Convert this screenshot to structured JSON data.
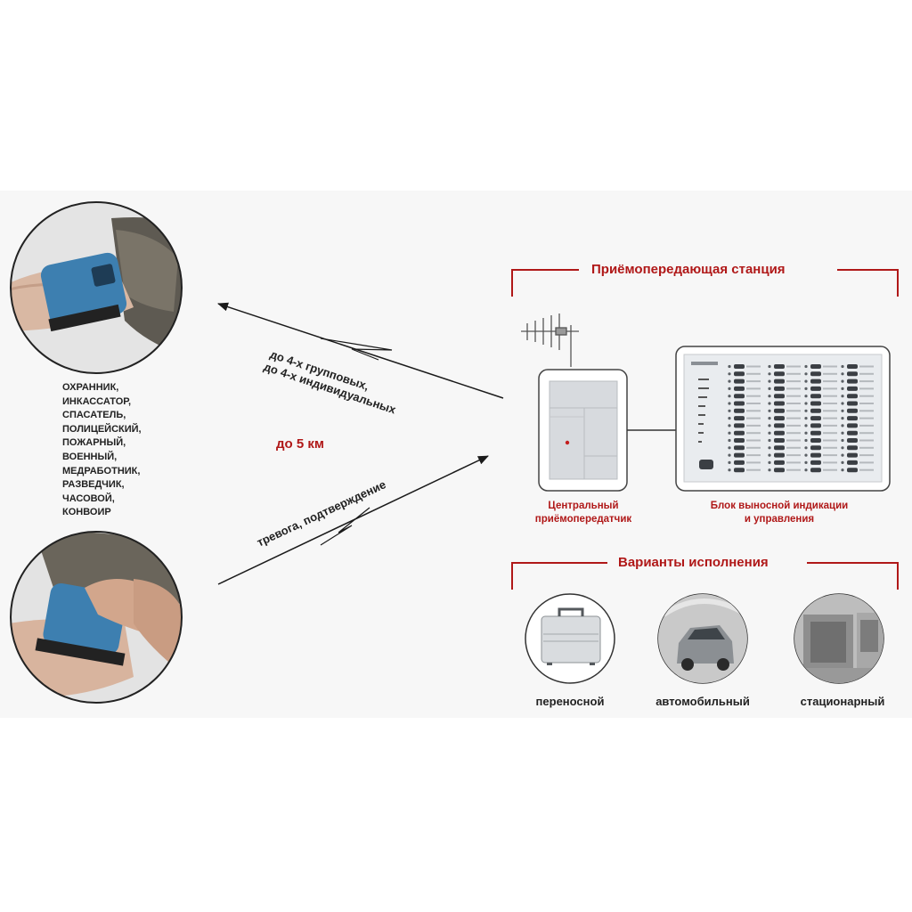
{
  "link_labels": {
    "downlink_line1": "до 4-х групповых,",
    "downlink_line2": "до 4-х индивидуальных",
    "distance": "до 5 км",
    "uplink": "тревога, подтверждение"
  },
  "roles": [
    "ОХРАННИК,",
    "ИНКАССАТОР,",
    "СПАСАТЕЛЬ,",
    "ПОЛИЦЕЙСКИЙ,",
    "ПОЖАРНЫЙ,",
    "ВОЕННЫЙ,",
    "МЕДРАБОТНИК,",
    "РАЗВЕДЧИК,",
    "ЧАСОВОЙ,",
    "КОНВОИР"
  ],
  "station": {
    "title": "Приёмопередающая станция",
    "transceiver_caption_line1": "Центральный",
    "transceiver_caption_line2": "приёмопередатчик",
    "panel_caption_line1": "Блок выносной индикации",
    "panel_caption_line2": "и управления"
  },
  "variants": {
    "title": "Варианты исполнения",
    "items": [
      "переносной",
      "автомобильный",
      "стационарный"
    ]
  },
  "colors": {
    "accent_red": "#b01818",
    "device_blue": "#3d7fb0"
  }
}
